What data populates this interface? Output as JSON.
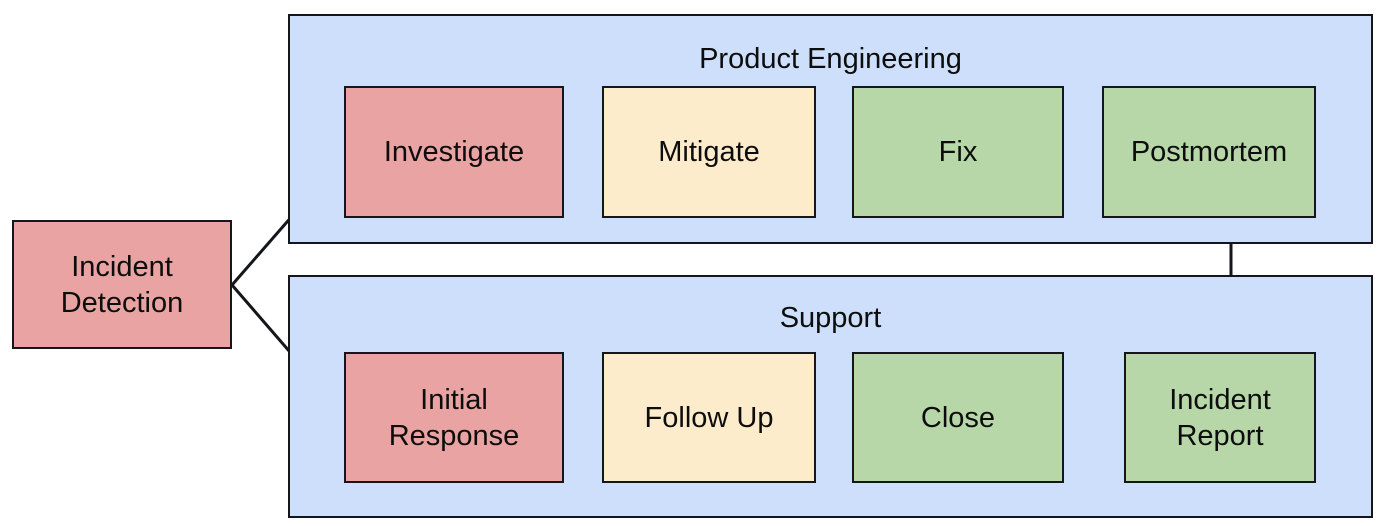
{
  "diagram": {
    "type": "swimlane-flowchart",
    "title": "",
    "colors": {
      "lane_fill": "#cddffa",
      "start_fill": "#e9a3a3",
      "in_progress_fill": "#fdeccb",
      "done_fill": "#b7d7a8",
      "stroke": "#15161c",
      "background": "#ffffff"
    },
    "entry_node": {
      "label_line_1": "Incident",
      "label_line_2": "Detection"
    },
    "lanes": [
      {
        "title": "Product Engineering",
        "nodes": [
          {
            "label": "Investigate",
            "fill": "red"
          },
          {
            "label": "Mitigate",
            "fill": "yellow"
          },
          {
            "label": "Fix",
            "fill": "green"
          },
          {
            "label": "Postmortem",
            "fill": "green"
          }
        ]
      },
      {
        "title": "Support",
        "nodes": [
          {
            "label_line_1": "Initial",
            "label_line_2": "Response",
            "fill": "red"
          },
          {
            "label": "Follow Up",
            "fill": "yellow"
          },
          {
            "label": "Close",
            "fill": "green"
          },
          {
            "label_line_1": "Incident",
            "label_line_2": "Report",
            "fill": "green"
          }
        ]
      }
    ],
    "edges": [
      {
        "from": "Incident Detection",
        "to": "Investigate"
      },
      {
        "from": "Incident Detection",
        "to": "Initial Response"
      },
      {
        "from": "Investigate",
        "to": "Mitigate"
      },
      {
        "from": "Mitigate",
        "to": "Fix"
      },
      {
        "from": "Fix",
        "to": "Postmortem"
      },
      {
        "from": "Postmortem",
        "to": "Incident Report"
      },
      {
        "from": "Initial Response",
        "to": "Follow Up"
      },
      {
        "from": "Follow Up",
        "to": "Close"
      },
      {
        "from": "Close",
        "to": "Incident Report"
      }
    ]
  }
}
